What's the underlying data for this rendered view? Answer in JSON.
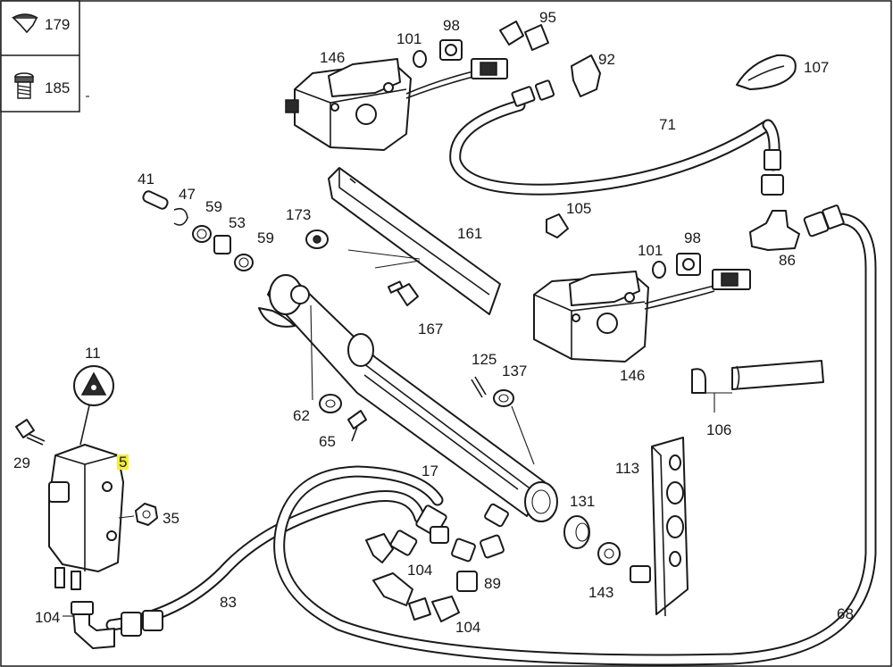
{
  "inset": {
    "items": [
      "179",
      "185"
    ]
  },
  "callouts": [
    {
      "id": "146a",
      "text": "146"
    },
    {
      "id": "101a",
      "text": "101"
    },
    {
      "id": "98a",
      "text": "98"
    },
    {
      "id": "95",
      "text": "95"
    },
    {
      "id": "92",
      "text": "92"
    },
    {
      "id": "107",
      "text": "107"
    },
    {
      "id": "71",
      "text": "71"
    },
    {
      "id": "41",
      "text": "41"
    },
    {
      "id": "47",
      "text": "47"
    },
    {
      "id": "59a",
      "text": "59"
    },
    {
      "id": "53",
      "text": "53"
    },
    {
      "id": "59b",
      "text": "59"
    },
    {
      "id": "173",
      "text": "173"
    },
    {
      "id": "161",
      "text": "161"
    },
    {
      "id": "105",
      "text": "105"
    },
    {
      "id": "101b",
      "text": "101"
    },
    {
      "id": "98b",
      "text": "98"
    },
    {
      "id": "86",
      "text": "86"
    },
    {
      "id": "167",
      "text": "167"
    },
    {
      "id": "11",
      "text": "11"
    },
    {
      "id": "125",
      "text": "125"
    },
    {
      "id": "137",
      "text": "137"
    },
    {
      "id": "146b",
      "text": "146"
    },
    {
      "id": "62",
      "text": "62"
    },
    {
      "id": "106",
      "text": "106"
    },
    {
      "id": "29",
      "text": "29"
    },
    {
      "id": "5",
      "text": "5"
    },
    {
      "id": "65",
      "text": "65"
    },
    {
      "id": "17",
      "text": "17"
    },
    {
      "id": "113",
      "text": "113"
    },
    {
      "id": "35",
      "text": "35"
    },
    {
      "id": "131",
      "text": "131"
    },
    {
      "id": "104a",
      "text": "104"
    },
    {
      "id": "89",
      "text": "89"
    },
    {
      "id": "143",
      "text": "143"
    },
    {
      "id": "83",
      "text": "83"
    },
    {
      "id": "104b",
      "text": "104"
    },
    {
      "id": "104c",
      "text": "104"
    },
    {
      "id": "68",
      "text": "68"
    }
  ],
  "highlight_color": "#f4ef2a"
}
